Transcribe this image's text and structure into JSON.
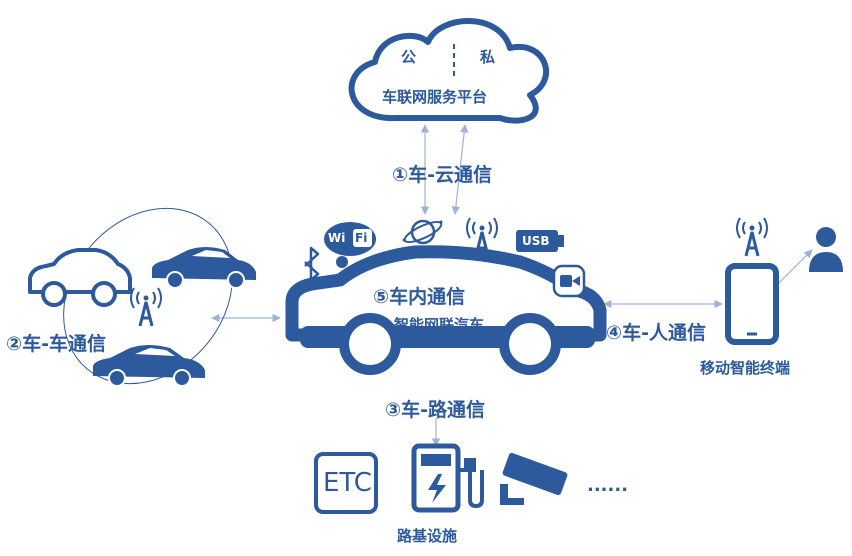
{
  "cloud": {
    "left": "公",
    "right": "私",
    "title": "车联网服务平台"
  },
  "comm": {
    "v2c": "①车-云通信",
    "v2v": "②车-车通信",
    "v2r": "③车-路通信",
    "v2p": "④车-人通信",
    "inner": "⑤车内通信"
  },
  "car": {
    "title": "智能网联汽车"
  },
  "mobile": {
    "title": "移动智能终端"
  },
  "road": {
    "title": "路基设施",
    "etc": "ETC",
    "more": "......"
  },
  "badges": {
    "wifi_wi": "Wi",
    "wifi_fi": "Fi",
    "usb": "USB"
  },
  "colors": {
    "primary": "#2c5a9c",
    "arrow": "#9db4d6"
  }
}
